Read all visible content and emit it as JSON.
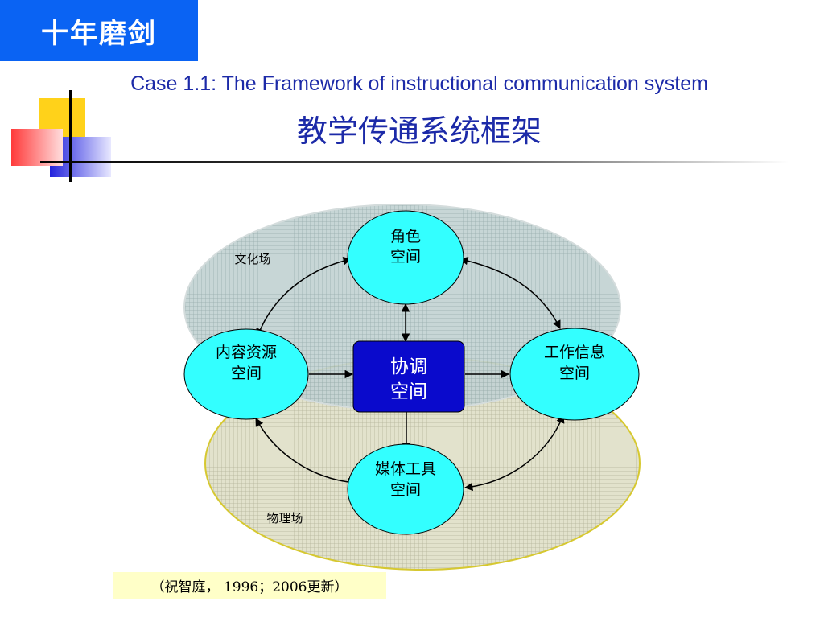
{
  "badge": {
    "label": "十年磨剑"
  },
  "title": {
    "english": "Case 1.1: The Framework of instructional communication system",
    "chinese": "教学传通系统框架"
  },
  "fields": {
    "culture": "文化场",
    "physical": "物理场"
  },
  "nodes": {
    "role": {
      "line1": "角色",
      "line2": "空间"
    },
    "content": {
      "line1": "内容资源",
      "line2": "空间"
    },
    "coordination": {
      "line1": "协调",
      "line2": "空间"
    },
    "work": {
      "line1": "工作信息",
      "line2": "空间"
    },
    "media": {
      "line1": "媒体工具",
      "line2": "空间"
    }
  },
  "footnote": {
    "text": "（祝智庭， 1996；2006更新）"
  },
  "colors": {
    "badge": "#0a63f3",
    "title": "#1c2aa8",
    "node_fill": "#33ffff",
    "center_fill": "#0a0acc",
    "culture_field": "#b4c8c8",
    "physical_field": "#dcdcc4"
  }
}
